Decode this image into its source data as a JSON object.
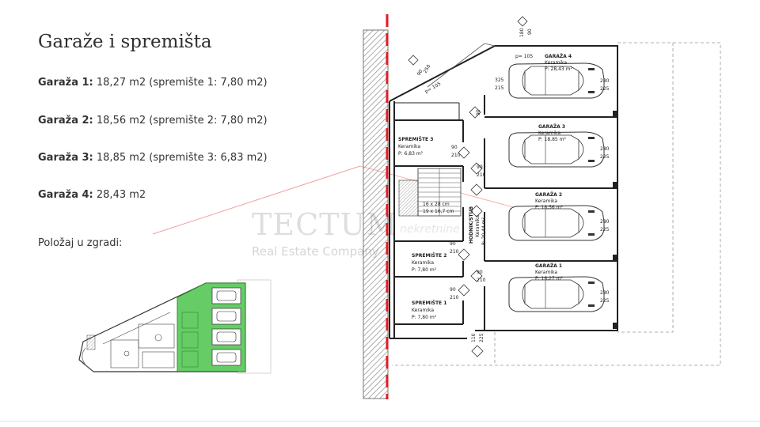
{
  "heading": "Garaže i spremišta",
  "specs": [
    {
      "label": "Garaža 1:",
      "value": "18,27 m2 (spremište 1: 7,80 m2)"
    },
    {
      "label": "Garaža 2:",
      "value": "18,56 m2 (spremište 2: 7,80 m2)"
    },
    {
      "label": "Garaža 3:",
      "value": "18,85 m2 (spremište 3: 6,83 m2)"
    },
    {
      "label": "Garaža 4:",
      "value": "28,43 m2"
    }
  ],
  "position_label": "Položaj u zgradi:",
  "watermark": {
    "brand": "TECTUM",
    "sub": "nekretnine",
    "company": "Real Estate Company"
  },
  "plan": {
    "garages": [
      {
        "name": "GARAŽA 4",
        "material": "Keramika",
        "area": "P: 28,43 m²",
        "d1": "280",
        "d2": "225"
      },
      {
        "name": "GARAŽA 3",
        "material": "Keramika",
        "area": "P: 18,85 m²",
        "d1": "280",
        "d2": "225"
      },
      {
        "name": "GARAŽA 2",
        "material": "Keramika",
        "area": "P: 18,56 m²",
        "d1": "280",
        "d2": "225"
      },
      {
        "name": "GARAŽA 1",
        "material": "Keramika",
        "area": "P: 18,27 m²",
        "d1": "280",
        "d2": "225"
      }
    ],
    "storages": [
      {
        "name": "SPREMIŠTE 3",
        "material": "Keramika",
        "area": "P: 6,83 m²"
      },
      {
        "name": "SPREMIŠTE 2",
        "material": "Keramika",
        "area": "P: 7,80 m²"
      },
      {
        "name": "SPREMIŠTE 1",
        "material": "Keramika",
        "area": "P: 7,80 m²"
      }
    ],
    "corridor": {
      "name": "HODNIK/STUB",
      "material": "Keramika",
      "area": "P: 20,44 m²"
    },
    "stairs": [
      "16 x 28 cm",
      "19 x 16,7 cm"
    ],
    "door_dims": [
      "90",
      "210"
    ],
    "misc": [
      "p= 105",
      "325",
      "215",
      "180",
      "90",
      "110",
      "225",
      "250",
      "90",
      "p= 105"
    ]
  },
  "colors": {
    "green": "#66cc66",
    "red": "#e01b24",
    "hatch": "#999999"
  }
}
